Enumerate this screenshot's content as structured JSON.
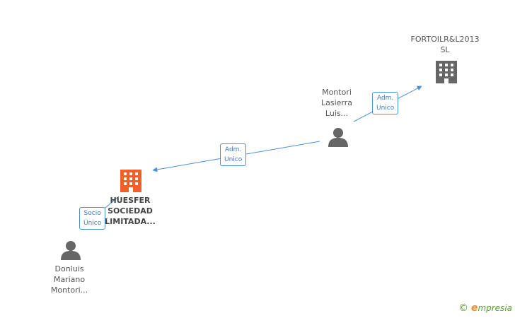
{
  "nodes": {
    "fortoil": {
      "lines": [
        "FORTOILR&L2013",
        "SL"
      ],
      "icon": "building-icon",
      "color": "#666666"
    },
    "montori": {
      "lines": [
        "Montori",
        "Lasierra",
        "Luis..."
      ],
      "icon": "person-icon",
      "color": "#666666"
    },
    "huesfer": {
      "lines": [
        "HUESFER",
        "SOCIEDAD",
        "LIMITADA..."
      ],
      "icon": "building-icon",
      "color": "#f0602a"
    },
    "donluis": {
      "lines": [
        "Donluis",
        "Mariano",
        "Montori..."
      ],
      "icon": "person-icon",
      "color": "#666666"
    }
  },
  "edges": {
    "montori_fortoil": {
      "lines": [
        "Adm.",
        "Unico"
      ]
    },
    "montori_huesfer": {
      "lines": [
        "Adm.",
        "Unico"
      ]
    },
    "donluis_huesfer": {
      "lines": [
        "Socio",
        "Único"
      ]
    }
  },
  "colors": {
    "edge": "#4a90d9",
    "edge_text": "#3b7bc4"
  },
  "footer": {
    "copyright": "©",
    "brand_e": "e",
    "brand_rest": "mpresia"
  }
}
